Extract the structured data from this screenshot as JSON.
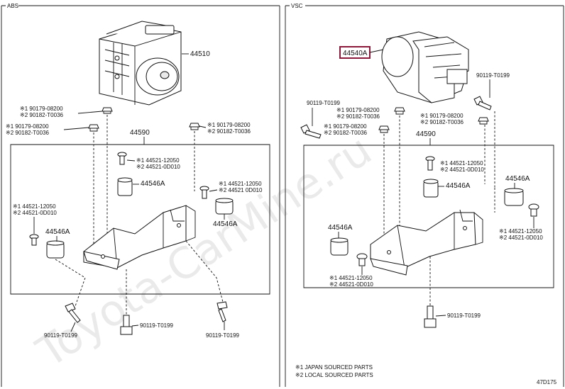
{
  "diagram": {
    "left_panel": {
      "title": "ABS",
      "assembly_label": "44510",
      "bracket_label": "44590",
      "nut_callouts": [
        {
          "l1": "※1 90179-08200",
          "l2": "※2 90182-T0036"
        },
        {
          "l1": "※1 90179-08200",
          "l2": "※2 90182-T0036"
        },
        {
          "l1": "※1 90179-08200",
          "l2": "※2 90182-T0036"
        }
      ],
      "bolt_callouts": [
        {
          "l1": "※1 44521-12050",
          "l2": "※2 44521-0D010"
        },
        {
          "l1": "※1 44521-12050",
          "l2": "※2 44521 0D010"
        },
        {
          "l1": "※1 44521-12050",
          "l2": "※2 44521-0D010"
        }
      ],
      "cushion_labels": [
        "44546A",
        "44546A",
        "44546A"
      ],
      "lower_bolts": [
        "90119-T0199",
        "90119-T0199",
        "90119-T0199"
      ]
    },
    "right_panel": {
      "title": "VSC",
      "assembly_label": "44540A",
      "bracket_label": "44590",
      "top_bolts": [
        "90119-T0199",
        "90119-T0199"
      ],
      "nut_callouts": [
        {
          "l1": "※1 90179-08200",
          "l2": "※2 90182-T0036"
        },
        {
          "l1": "※1 90179-08200",
          "l2": "※2 90182-T0036"
        },
        {
          "l1": "※1 90179-08200",
          "l2": "※2 90182-T0036"
        }
      ],
      "bolt_callouts": [
        {
          "l1": "※1 44521-12050",
          "l2": "※2 44521-0D010"
        },
        {
          "l1": "※1 44521-12050",
          "l2": "※2 44521-0D010"
        },
        {
          "l1": "※1 44521-12050",
          "l2": "※2 44521-0D010"
        }
      ],
      "cushion_labels": [
        "44546A",
        "44546A",
        "44546A"
      ],
      "lower_bolt": "90119-T0199"
    },
    "legend": {
      "line1": "※1 JAPAN SOURCED PARTS",
      "line2": "※2 LOCAL SOURCED PARTS"
    },
    "figure_code": "47D175",
    "watermark": "Toyota-CarMine.ru"
  }
}
